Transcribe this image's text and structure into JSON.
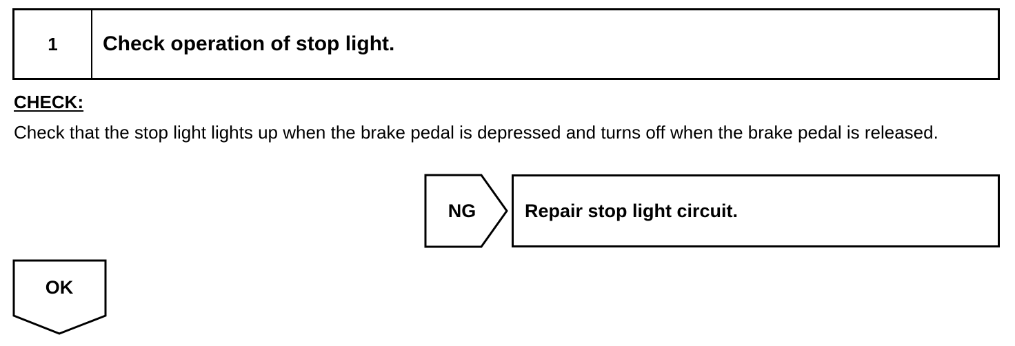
{
  "step": {
    "number": "1",
    "title": "Check operation of stop light."
  },
  "check": {
    "heading": "CHECK:",
    "body": "Check that the stop light lights up when the brake pedal is depressed and turns off when the brake pedal is released."
  },
  "ng_branch": {
    "label": "NG",
    "action": "Repair stop light circuit."
  },
  "ok_branch": {
    "label": "OK"
  }
}
